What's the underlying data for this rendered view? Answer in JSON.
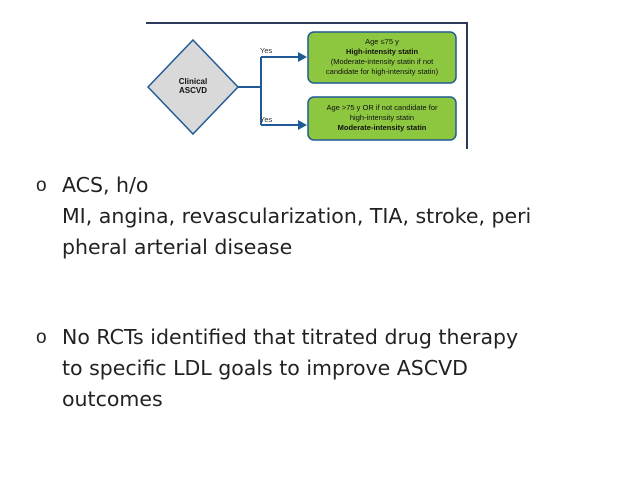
{
  "flowchart": {
    "decision_lines": [
      "Clinical",
      "ASCVD"
    ],
    "branches": [
      {
        "label": "Yes",
        "lines": [
          "Age ≤75 y",
          "High-intensity statin",
          "(Moderate-intensity statin if not",
          "candidate for high-intensity statin)"
        ],
        "bold": [
          false,
          true,
          false,
          false
        ]
      },
      {
        "label": "Yes",
        "lines": [
          "Age >75 y OR if not candidate for",
          "high-intensity statin",
          "Moderate-intensity statin"
        ],
        "bold": [
          false,
          false,
          true
        ]
      }
    ],
    "colors": {
      "box_fill": "#8dc63f",
      "box_border": "#1f5a96",
      "diamond_fill": "#d9d9d9",
      "diamond_border": "#1f5a96",
      "arrow": "#1f5a96",
      "frame_border": "#2e3a5c"
    }
  },
  "bullets": [
    {
      "marker": "o",
      "lines": [
        "ACS, h/o",
        "MI, angina, revascularization, TIA, stroke, peri",
        "pheral arterial disease"
      ]
    },
    {
      "marker": "o",
      "lines": [
        "No RCTs identified that titrated drug therapy",
        "to specific LDL goals to improve ASCVD",
        "outcomes"
      ]
    }
  ]
}
